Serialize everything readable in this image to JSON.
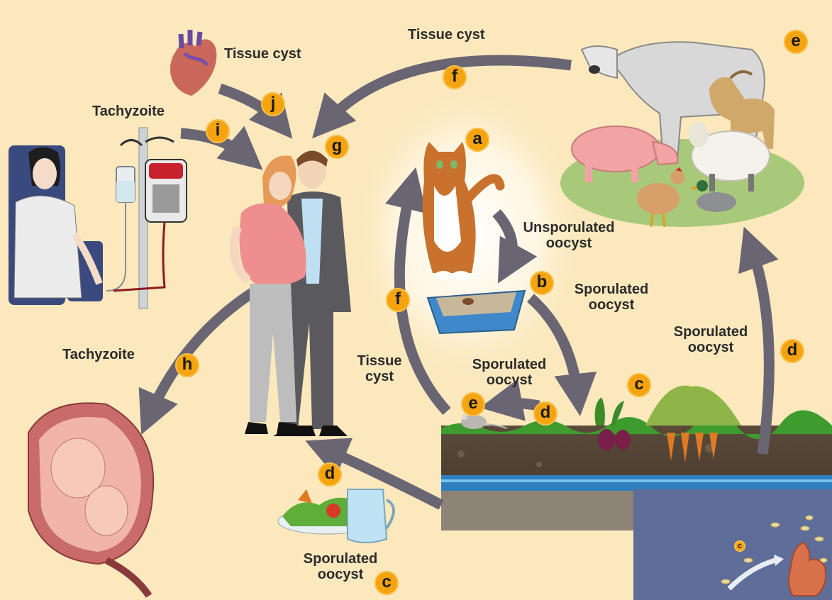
{
  "labels": {
    "tissue_cyst_top": "Tissue cyst",
    "tissue_cyst_heart": "Tissue cyst",
    "tachyzoite_transfusion": "Tachyzoite",
    "unsporulated_oocyst": "Unsporulated oocyst",
    "sporulated_oocyst_b": "Sporulated oocyst",
    "sporulated_oocyst_right": "Sporulated oocyst",
    "sporulated_oocyst_soil": "Sporulated oocyst",
    "tachyzoite_fetus": "Tachyzoite",
    "tissue_cyst_mouse": "Tissue cyst",
    "sporulated_oocyst_food": "Sporulated oocyst"
  },
  "badges": {
    "a": "a",
    "b": "b",
    "c_soil": "c",
    "c_food": "c",
    "c_inset": "c",
    "d_right": "d",
    "d_mouse": "d",
    "d_food": "d",
    "e_animals": "e",
    "e_mouse": "e",
    "f_top": "f",
    "f_center": "f",
    "g": "g",
    "h": "h",
    "i": "i",
    "j": "j"
  },
  "colors": {
    "background": "#fbe8bd",
    "badge": "#f5a30e",
    "arrow": "#6a6572",
    "inset_background": "#5f6d99"
  },
  "icons": [
    "heart-icon",
    "iv-bag-icon",
    "blood-bag-icon",
    "cat-icon",
    "litter-box-icon",
    "cow-icon",
    "goat-icon",
    "pig-icon",
    "sheep-icon",
    "chicken-icon",
    "duck-icon",
    "mouse-icon",
    "beet-icon",
    "carrot-icon",
    "vegetables-icon",
    "water-jug-icon",
    "fetus-icon",
    "patient-icon",
    "couple-icon",
    "hand-icon"
  ]
}
